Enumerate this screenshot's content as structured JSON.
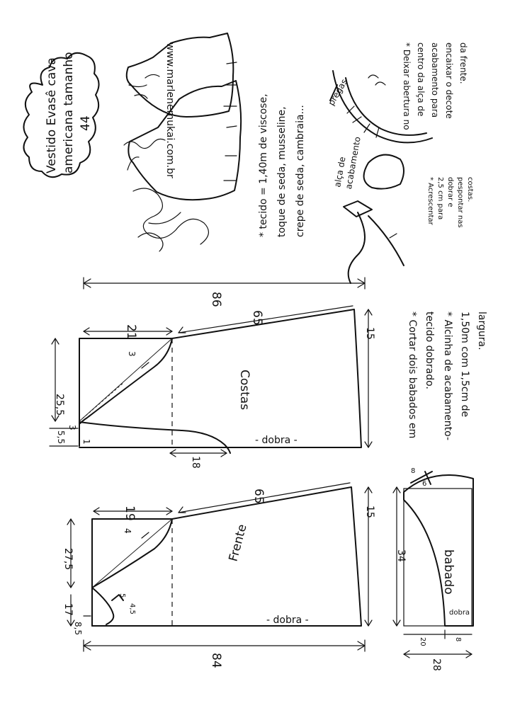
{
  "title": {
    "line1": "Vestido Evasê cava",
    "line2": "americana tamanho",
    "size": "44"
  },
  "website": "www.marlenemukai.com.br",
  "notes": {
    "fabric_l1": "* tecido = 1,40m de viscose,",
    "fabric_l2": "toque de seda, musseline,",
    "fabric_l3": "crepe de seda, cambraia...",
    "opening_l1": "* Deixar abertura no",
    "opening_l2": "centro da alça de",
    "opening_l3": "acabamento para",
    "opening_l4": "encaixar o decote",
    "opening_l5": "da frente.",
    "pregas": "pregas",
    "alca_l1": "alça de",
    "alca_l2": "acabamento",
    "add_l1": "* Acrescentar",
    "add_l2": "2,5 cm para",
    "add_l3": "dobrar e",
    "add_l4": "pespontar nas",
    "add_l5": "costas.",
    "ruffle_l1": "* Cortar dois babados em",
    "ruffle_l2": "tecido dobrado.",
    "strap_l1": "* Alcinha de acabamento-",
    "strap_l2": "1,50m com 1,5cm de",
    "strap_l3": "largura."
  },
  "costas": {
    "label": "Costas",
    "fold": "- dobra -",
    "dims": {
      "total": "86",
      "upper": "21",
      "side": "65",
      "hem": "15",
      "top_width": "25,5",
      "n3": "3",
      "n55": "5,5",
      "n3b": "3",
      "n1": "1",
      "n18": "18"
    }
  },
  "frente": {
    "label": "Frente",
    "fold": "- dobra -",
    "dims": {
      "total": "84",
      "upper": "19",
      "side": "65",
      "hem": "15",
      "top_width": "27,5",
      "n4": "4",
      "n17": "17",
      "n85": "8,5",
      "n45": "4,5",
      "n5": "5"
    }
  },
  "babado": {
    "label": "babado",
    "fold": "dobra",
    "dims": {
      "height": "34",
      "n20": "20",
      "n8": "8",
      "n28": "28",
      "top8": "8",
      "top6": "6"
    }
  }
}
